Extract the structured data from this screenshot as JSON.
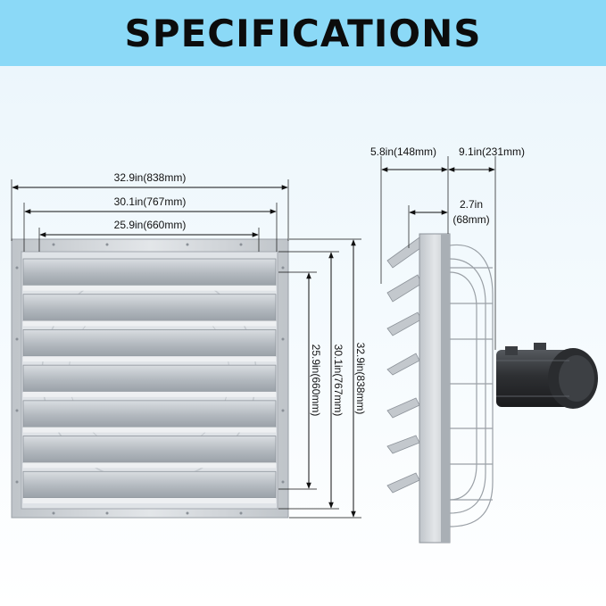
{
  "banner": {
    "title": "SPECIFICATIONS"
  },
  "front_view": {
    "width_outer": "32.9in(838mm)",
    "width_middle": "30.1in(767mm)",
    "width_inner": "25.9in(660mm)",
    "height_inner": "25.9in(660mm)",
    "height_middle": "30.1in(767mm)",
    "height_outer": "32.9in(838mm)",
    "louver_count": 7
  },
  "side_view": {
    "depth_shutter": "5.8in(148mm)",
    "depth_fan": "9.1in(231mm)",
    "frame_depth_line1": "2.7in",
    "frame_depth_line2": "(68mm)"
  },
  "colors": {
    "banner": "#8bd9f7",
    "frame": "#c9ced3",
    "louver": "#b9bfc5",
    "motor": "#2e3033",
    "dimension_line": "#111111"
  }
}
